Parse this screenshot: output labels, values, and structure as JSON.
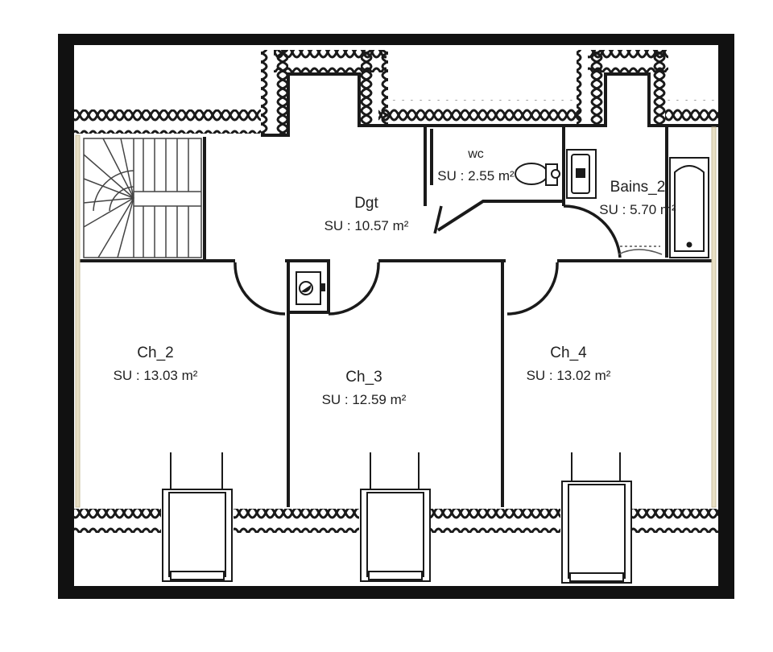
{
  "colors": {
    "wall": "#111111",
    "line": "#1a1a1a",
    "insulation": "#1a1a1a",
    "beam": "#e8dfc4",
    "background": "#ffffff"
  },
  "rooms": {
    "dgt": {
      "name": "Dgt",
      "area": "SU : 10.57 m²"
    },
    "wc": {
      "name": "wc",
      "area": "SU : 2.55 m²"
    },
    "bains2": {
      "name": "Bains_2",
      "area": "SU : 5.70 m²"
    },
    "ch2": {
      "name": "Ch_2",
      "area": "SU : 13.03 m²"
    },
    "ch3": {
      "name": "Ch_3",
      "area": "SU : 12.59 m²"
    },
    "ch4": {
      "name": "Ch_4",
      "area": "SU : 13.02 m²"
    }
  },
  "icons": {
    "stairs": "stairs-icon",
    "toilet": "toilet-icon",
    "sink": "sink-icon",
    "bathtub": "bathtub-icon",
    "boiler": "boiler-icon",
    "skylight": "skylight-icon"
  }
}
